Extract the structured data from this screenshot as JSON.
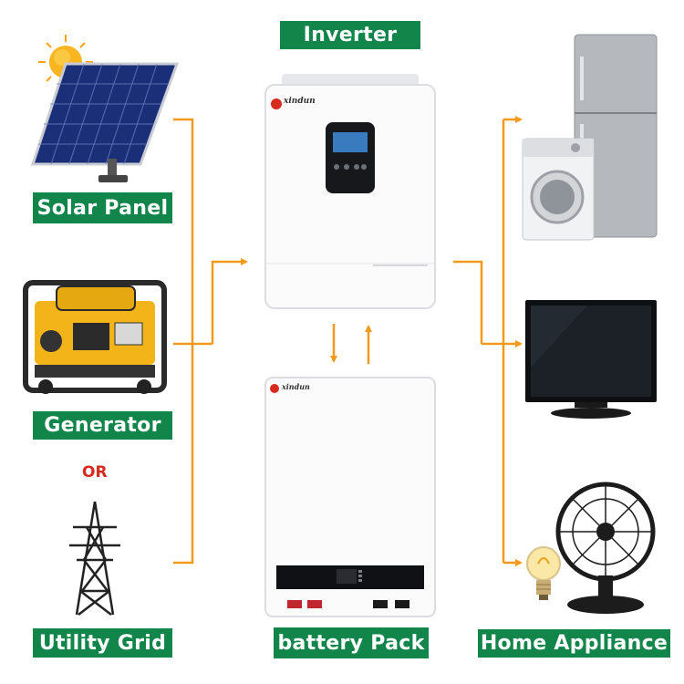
{
  "labels": {
    "inverter": "Inverter",
    "solar_panel": "Solar Panel",
    "generator": "Generator",
    "or": "OR",
    "utility_grid": "Utility Grid",
    "battery_pack": "battery Pack",
    "home_appliance": "Home Appliance"
  },
  "brand": {
    "name": "xindun"
  },
  "colors": {
    "label_bg": "#12864a",
    "arrow": "#f39a1e",
    "or_text": "#d62a1e"
  }
}
